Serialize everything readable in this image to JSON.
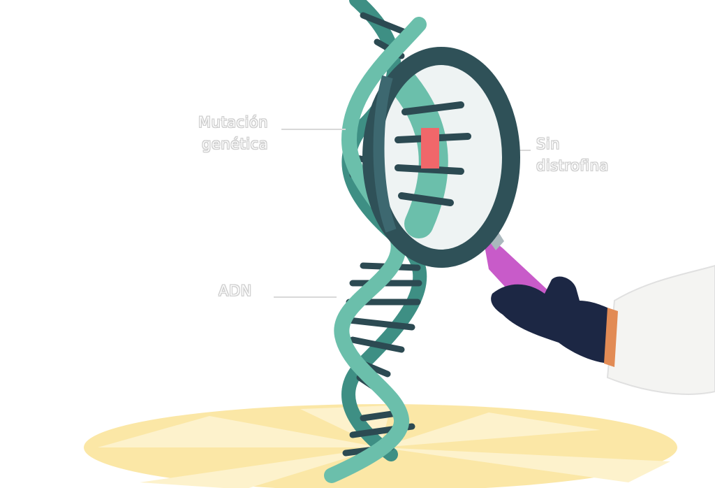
{
  "labels": {
    "mutation_line1": "Mutación",
    "mutation_line2": "genética",
    "no_dystrophin_line1": "Sin",
    "no_dystrophin_line2": "distrofina",
    "dna": "ADN"
  },
  "colors": {
    "helix": "#6bbfab",
    "helix_dark": "#3e8f84",
    "base_pair": "#2c4a52",
    "lens_frame": "#2f5158",
    "handle": "#c85bc9",
    "glove": "#1c2744",
    "highlight": "#f0676a",
    "floor": "#fbe7a6",
    "sleeve": "#f4f4f2",
    "skin": "#e28b55"
  }
}
